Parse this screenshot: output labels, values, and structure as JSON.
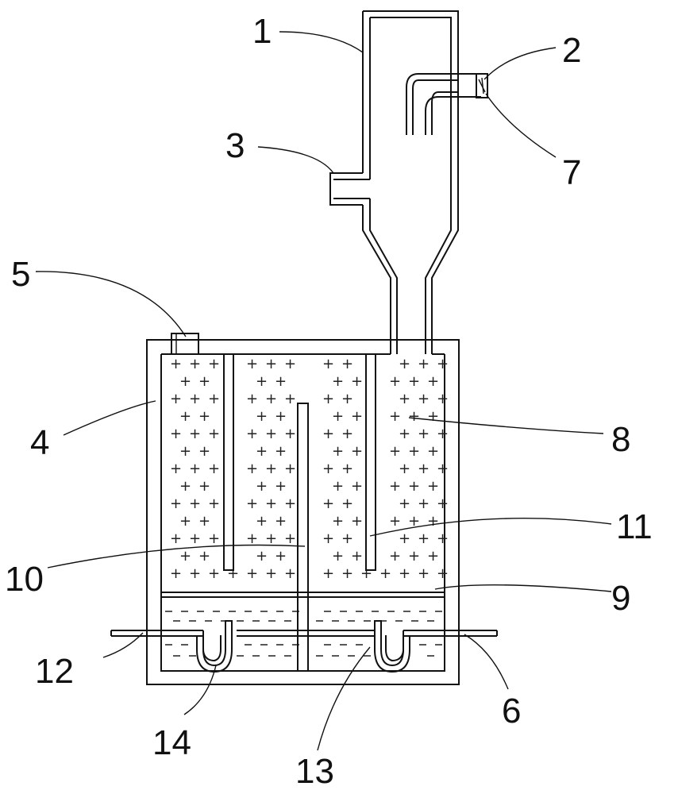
{
  "diagram": {
    "labels": [
      "1",
      "2",
      "3",
      "4",
      "5",
      "6",
      "7",
      "8",
      "9",
      "10",
      "11",
      "12",
      "13",
      "14"
    ]
  },
  "colors": {
    "stroke": "#111111",
    "background": "#ffffff"
  }
}
